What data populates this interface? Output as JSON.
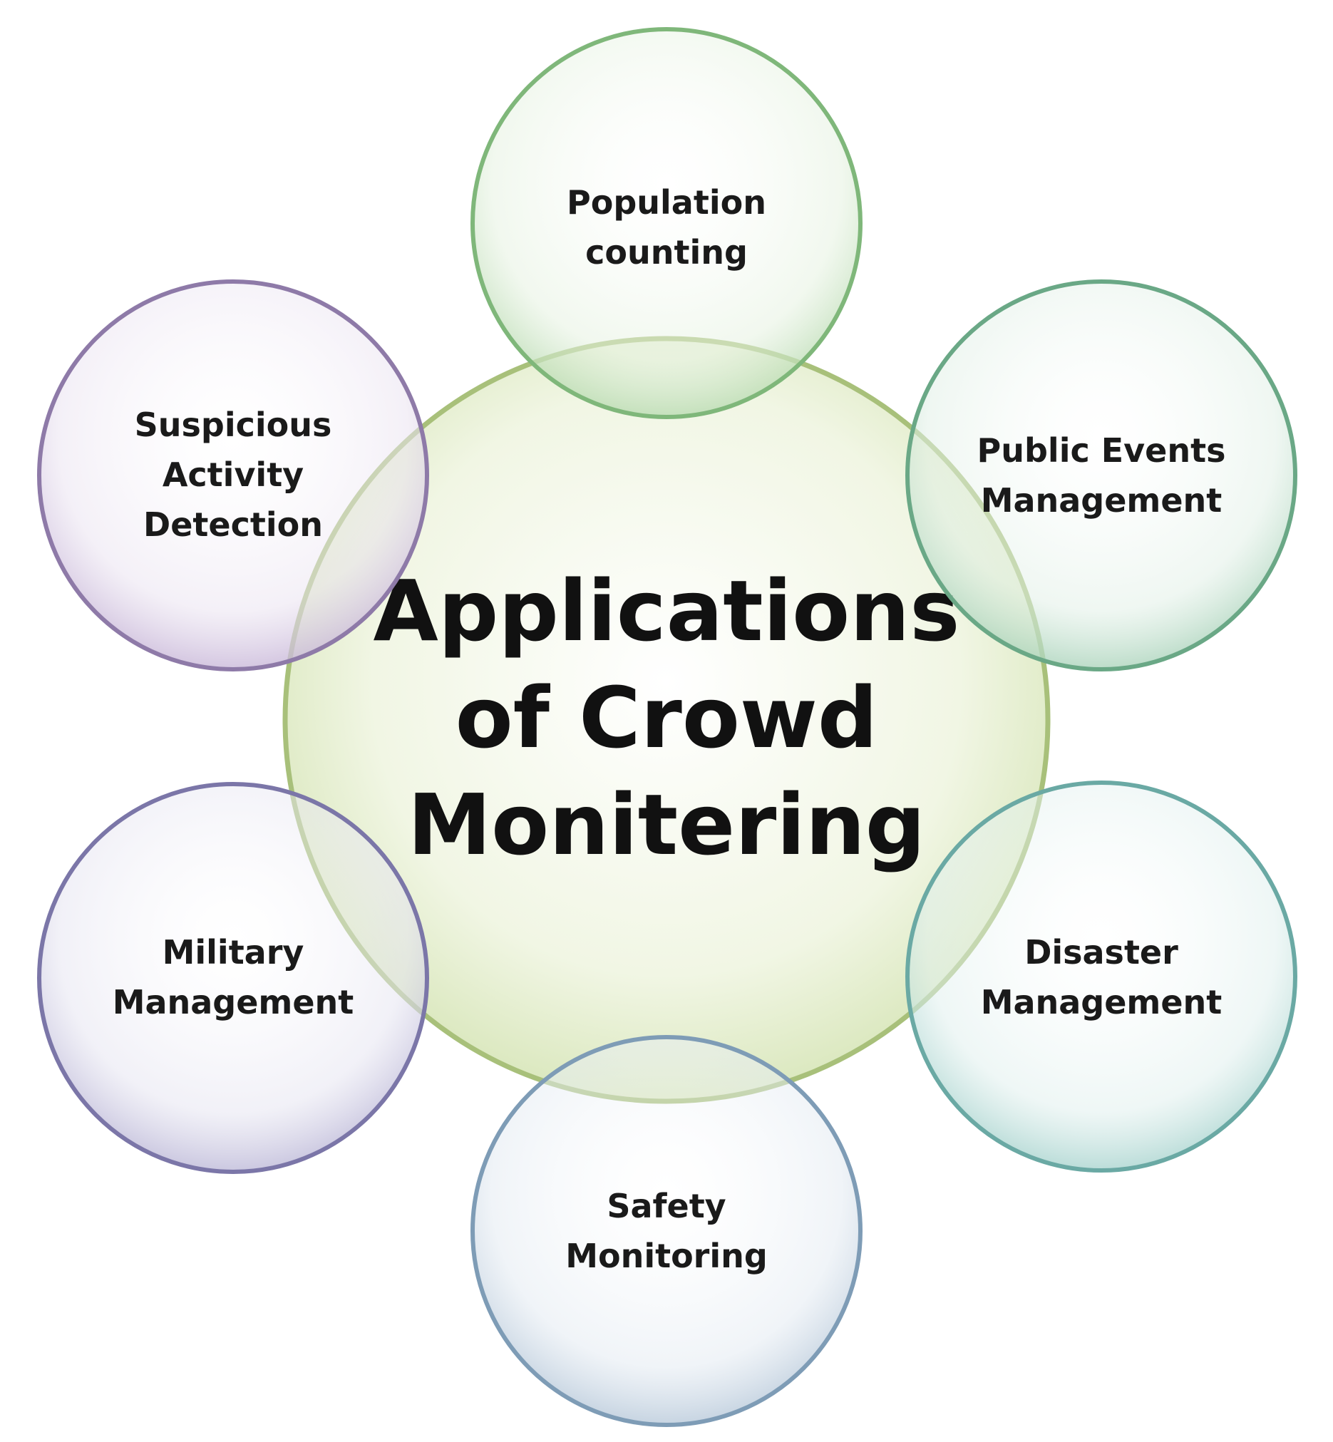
{
  "center": {
    "line1": "Applications",
    "line2": "of Crowd",
    "line3": "Monitering",
    "color": "#a8c07a"
  },
  "satellites": [
    {
      "line1": "Population",
      "line2": "counting",
      "color": "#7fb77a"
    },
    {
      "line1": "Public Events",
      "line2": "Management",
      "color": "#6aa886"
    },
    {
      "line1": "Disaster",
      "line2": "Management",
      "color": "#6aa9a4"
    },
    {
      "line1": "Safety",
      "line2": "Monitoring",
      "color": "#7e9cb6"
    },
    {
      "line1": "Military",
      "line2": "Management",
      "color": "#7b76a8"
    },
    {
      "line1": "Suspicious",
      "line2": "Activity",
      "line3": "Detection",
      "color": "#8e7aa8"
    }
  ]
}
